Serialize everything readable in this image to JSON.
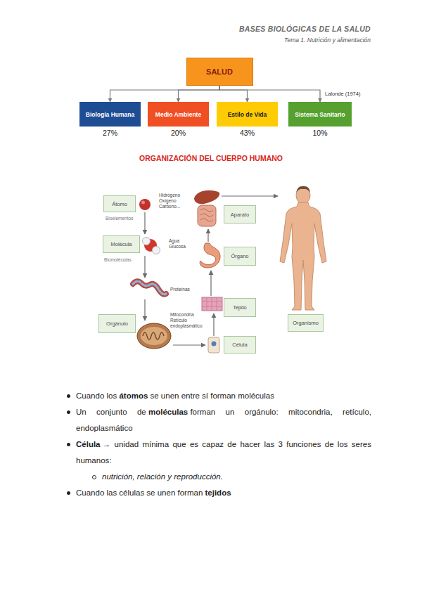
{
  "diagram": {
    "title": "ORGANIZACIÓN DEL CUERPO HUMANO",
    "nodes": [
      {
        "text": [
          "SALUD"
        ]
      },
      {
        "text": [
          "Biología Humana",
          "27%"
        ]
      },
      {
        "text": [
          "Medio Ambiente",
          "20%"
        ]
      },
      {
        "text": [
          "Estilo de Vida",
          "43%"
        ]
      },
      {
        "text": [
          "Sistema Sanitario",
          "10%"
        ]
      },
      {
        "text": [
          "Átomo"
        ]
      },
      {
        "text": [
          "Molécula"
        ]
      },
      {
        "text": [
          "Orgánulo"
        ]
      },
      {
        "text": [
          "Célula"
        ]
      },
      {
        "text": [
          "Tejido"
        ]
      },
      {
        "text": [
          "Órgano"
        ]
      },
      {
        "text": [
          "Aparato"
        ]
      },
      {
        "text": [
          "Organismo"
        ]
      }
    ],
    "edges": [
      {
        "from": 0,
        "to": 1,
        "arrow": "to"
      },
      {
        "from": 0,
        "to": 2,
        "arrow": "to"
      },
      {
        "from": 0,
        "to": 3,
        "arrow": "to"
      },
      {
        "from": 0,
        "to": 4,
        "arrow": "to"
      }
    ],
    "labels": [
      "BASES BIOLÓGICAS DE LA SALUD",
      "Tema 1. Nutrición y alimentación",
      "Lalonde (1974)",
      "Hidrógeno Oxígeno Carbono...",
      "Bioelementos",
      "Agua Glucosa",
      "Biomoléculas",
      "Proteínas",
      "Mitocondria Retículo endoplasmático",
      "Cuando los",
      "átomos",
      "se unen entre sí forman moléculas",
      "Un conjunto de",
      "moléculas",
      "forman un orgánulo: mitocondria, retículo, endoplasmático",
      "Célula",
      "→ unidad mínima que es capaz de hacer las 3 funciones de los seres humanos:",
      "nutrición, relación y reproducción.",
      "Cuando las células se unen forman",
      "tejidos"
    ]
  }
}
